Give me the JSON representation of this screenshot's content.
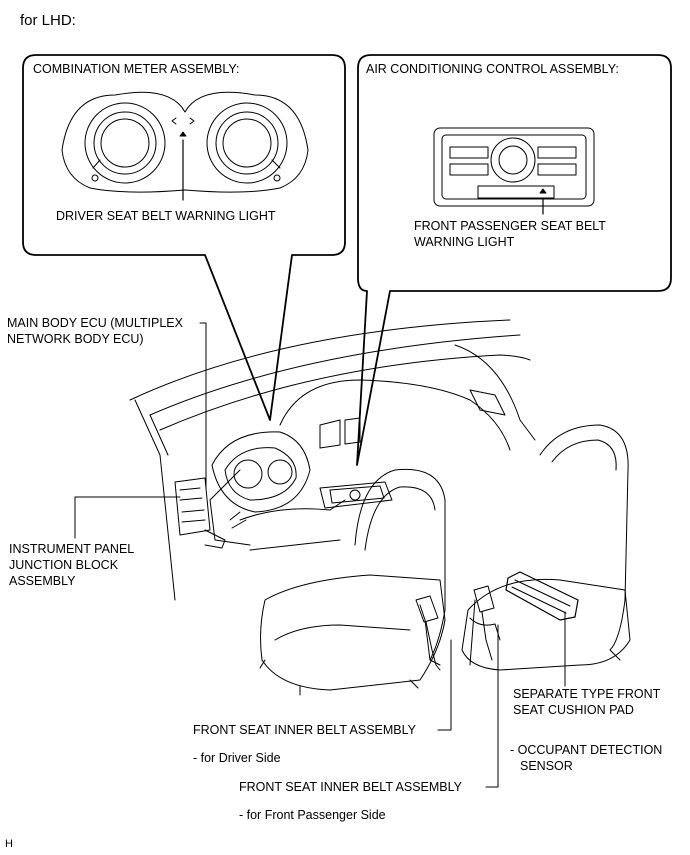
{
  "header": {
    "text": "for LHD:"
  },
  "callouts": {
    "combination_meter": {
      "title": "COMBINATION METER ASSEMBLY:",
      "item": "DRIVER SEAT BELT WARNING LIGHT"
    },
    "air_conditioning": {
      "title": "AIR CONDITIONING CONTROL ASSEMBLY:",
      "item_line1": "FRONT PASSENGER SEAT BELT",
      "item_line2": "WARNING LIGHT"
    }
  },
  "labels": {
    "main_body_ecu_line1": "MAIN BODY ECU (MULTIPLEX",
    "main_body_ecu_line2": "NETWORK BODY ECU)",
    "junction_block_line1": "INSTRUMENT PANEL",
    "junction_block_line2": "JUNCTION BLOCK",
    "junction_block_line3": "ASSEMBLY",
    "cushion_pad_line1": "SEPARATE TYPE FRONT",
    "cushion_pad_line2": "SEAT CUSHION PAD",
    "inner_belt_driver": "FRONT SEAT INNER BELT ASSEMBLY",
    "inner_belt_driver_sub": "- for Driver Side",
    "occupant_sensor_line1": "- OCCUPANT DETECTION",
    "occupant_sensor_line2": "SENSOR",
    "inner_belt_passenger": "FRONT SEAT INNER BELT ASSEMBLY",
    "inner_belt_passenger_sub": "- for Front Passenger Side"
  },
  "footer": {
    "code": "H"
  }
}
